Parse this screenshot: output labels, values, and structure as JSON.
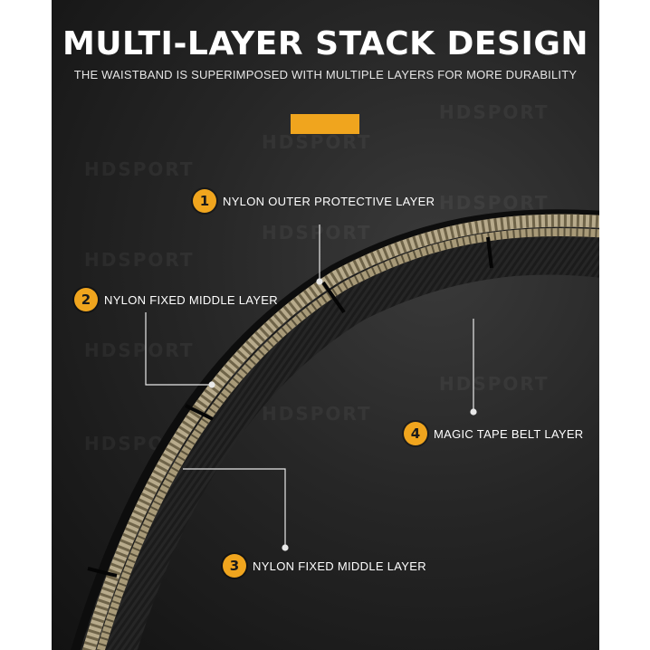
{
  "header": {
    "title": "MULTI-LAYER STACK DESIGN",
    "subtitle": "THE WAISTBAND IS SUPERIMPOSED WITH MULTIPLE LAYERS FOR MORE DURABILITY"
  },
  "watermark": {
    "text": "HDSPORT"
  },
  "callouts": [
    {
      "number": "1",
      "label": "NYLON OUTER PROTECTIVE LAYER"
    },
    {
      "number": "2",
      "label": "NYLON FIXED MIDDLE LAYER"
    },
    {
      "number": "3",
      "label": "NYLON FIXED MIDDLE LAYER"
    },
    {
      "number": "4",
      "label": "MAGIC TAPE BELT LAYER"
    }
  ],
  "colors": {
    "accent": "#f0a51e",
    "background": "#262626",
    "text": "#ffffff"
  }
}
